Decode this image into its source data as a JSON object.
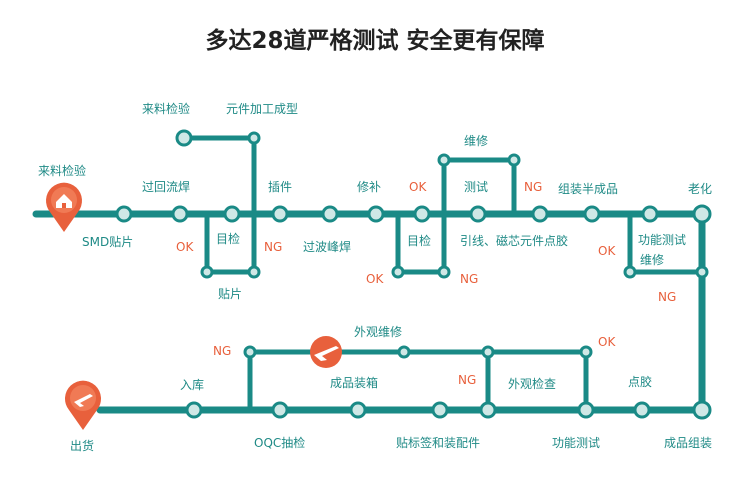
{
  "title": "多达28道严格测试 安全更有保障",
  "colors": {
    "line": "#1a8a86",
    "station_fill": "#cfe8e6",
    "station_stroke": "#1a8a86",
    "accent": "#e8603c",
    "label": "#1f8a86",
    "title": "#222222"
  },
  "icons": {
    "start": "house-icon",
    "end": "airplane-icon",
    "rework": "airplane-icon"
  },
  "labels": {
    "start": "来料检验",
    "smd": "SMD贴片",
    "incoming_inspection": "来料检验",
    "component_forming": "元件加工成型",
    "reflow": "过回流焊",
    "visual_check_1": "目检",
    "patch": "贴片",
    "insert": "插件",
    "wave_solder": "过波峰焊",
    "touch_up": "修补",
    "visual_check_2": "目检",
    "test": "测试",
    "repair_1": "维修",
    "pin_glue": "引线、磁芯元件点胶",
    "semi_assembly": "组装半成品",
    "function_test_repair": "功能测试\n维修",
    "aging": "老化",
    "finished_assembly": "成品组装",
    "glue": "点胶",
    "function_test": "功能测试",
    "appearance_check": "外观检查",
    "appearance_repair": "外观维修",
    "label_pack": "贴标签和装配件",
    "boxing": "成品装箱",
    "oqc": "OQC抽检",
    "storage": "入库",
    "ship": "出货"
  },
  "marks": {
    "ok": "OK",
    "ng": "NG"
  }
}
